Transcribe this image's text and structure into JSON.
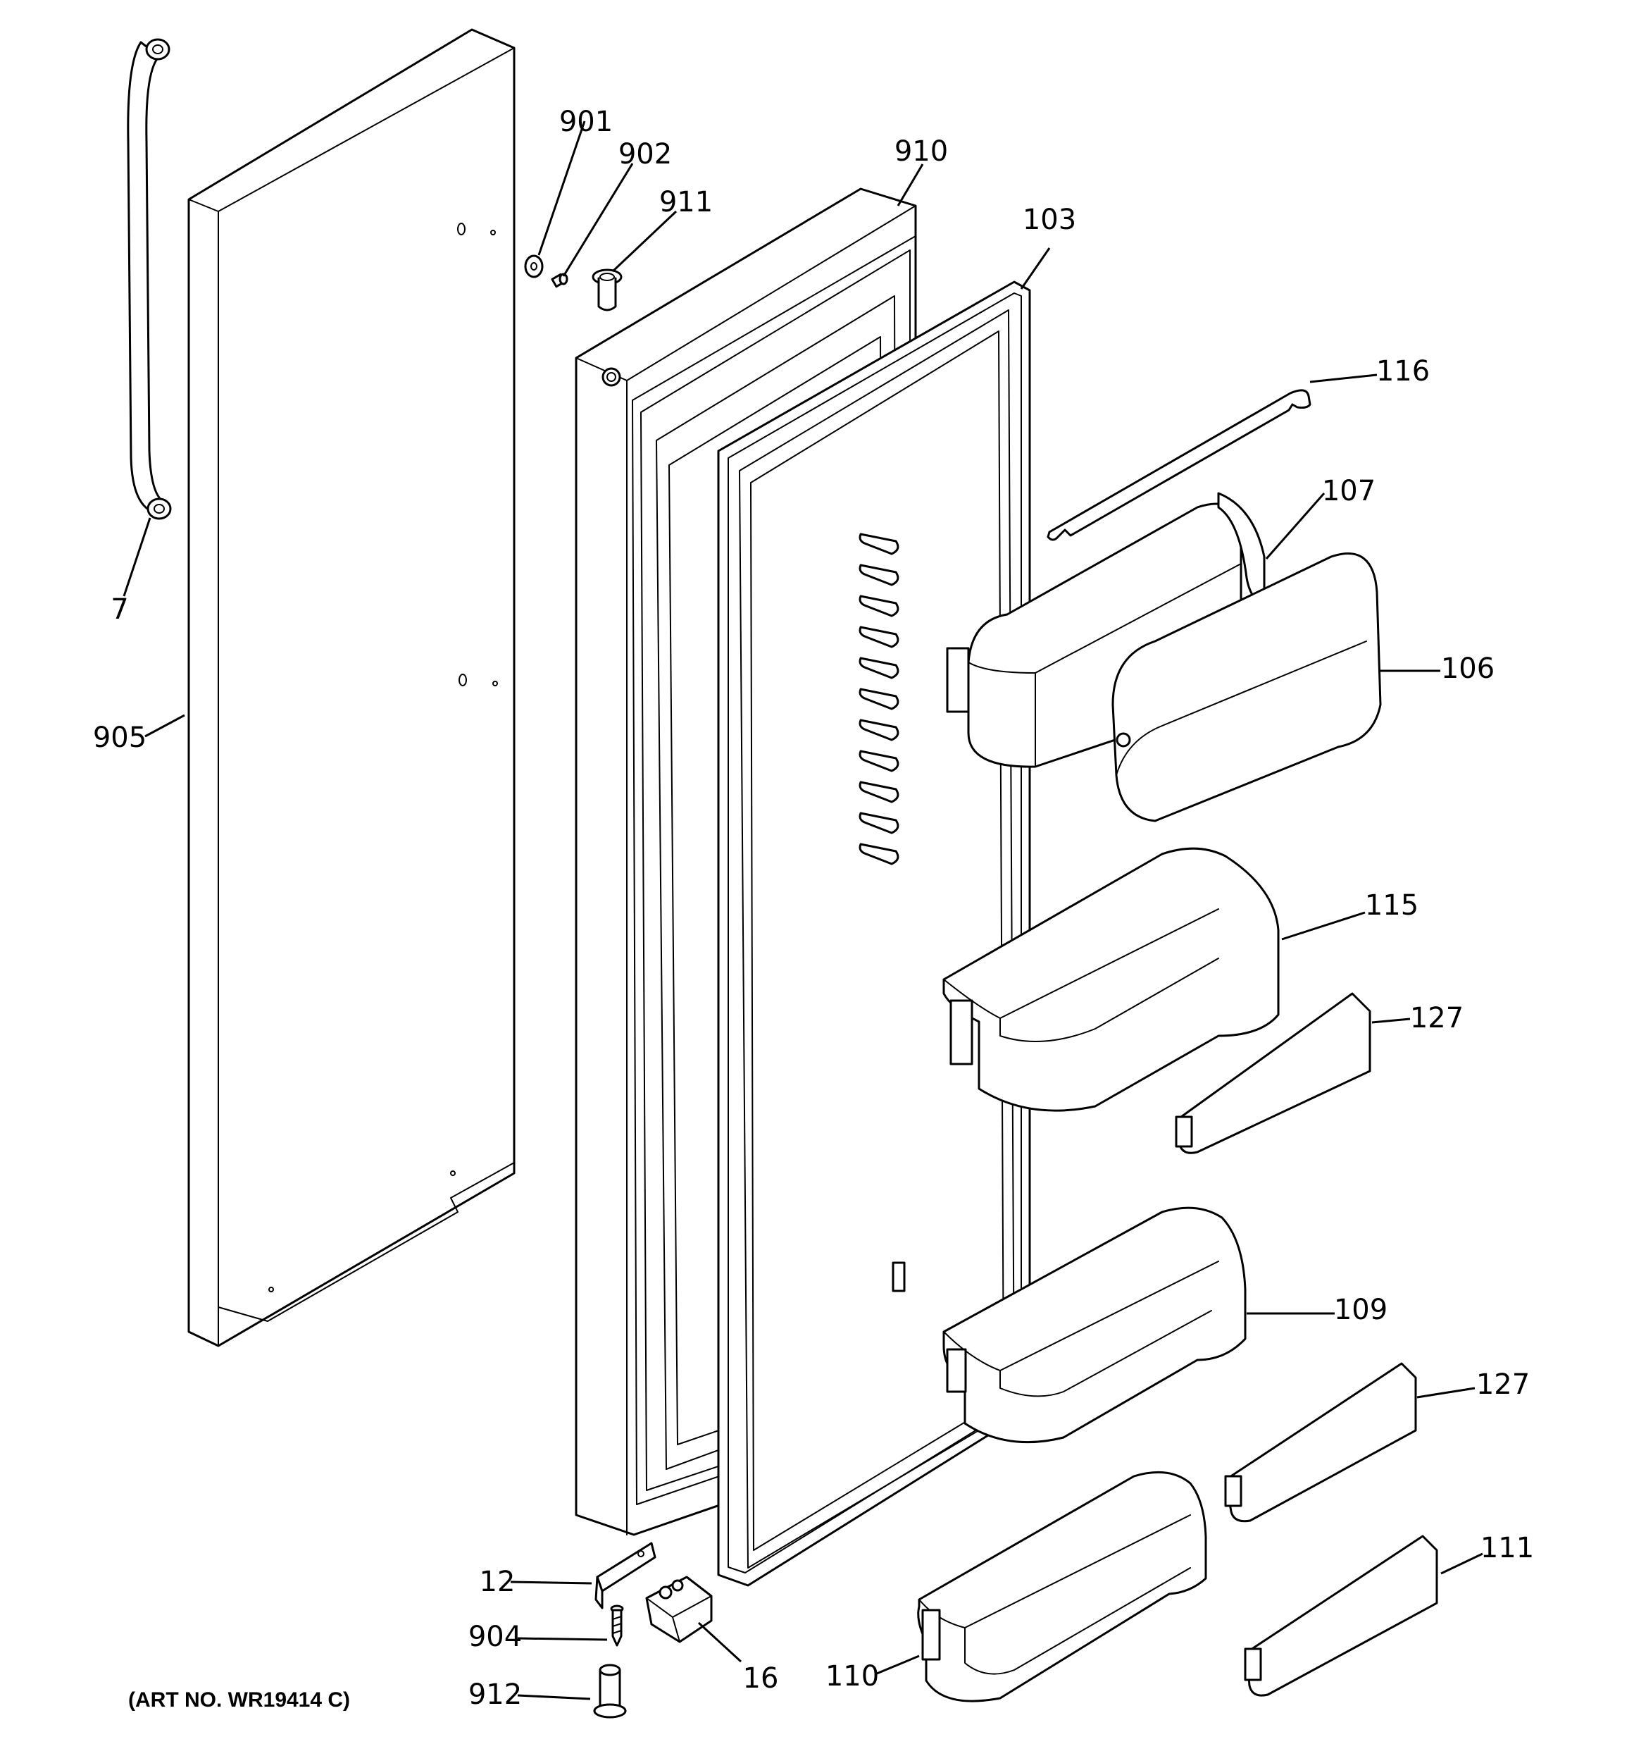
{
  "art_number": "(ART NO. WR19414 C)",
  "callouts": [
    {
      "id": "c7",
      "text": "7"
    },
    {
      "id": "c905",
      "text": "905"
    },
    {
      "id": "c901",
      "text": "901"
    },
    {
      "id": "c902",
      "text": "902"
    },
    {
      "id": "c911",
      "text": "911"
    },
    {
      "id": "c910",
      "text": "910"
    },
    {
      "id": "c103",
      "text": "103"
    },
    {
      "id": "c116",
      "text": "116"
    },
    {
      "id": "c107",
      "text": "107"
    },
    {
      "id": "c106",
      "text": "106"
    },
    {
      "id": "c115",
      "text": "115"
    },
    {
      "id": "c127a",
      "text": "127"
    },
    {
      "id": "c109",
      "text": "109"
    },
    {
      "id": "c127b",
      "text": "127"
    },
    {
      "id": "c111",
      "text": "111"
    },
    {
      "id": "c110",
      "text": "110"
    },
    {
      "id": "c12",
      "text": "12"
    },
    {
      "id": "c904",
      "text": "904"
    },
    {
      "id": "c16",
      "text": "16"
    },
    {
      "id": "c912",
      "text": "912"
    }
  ]
}
